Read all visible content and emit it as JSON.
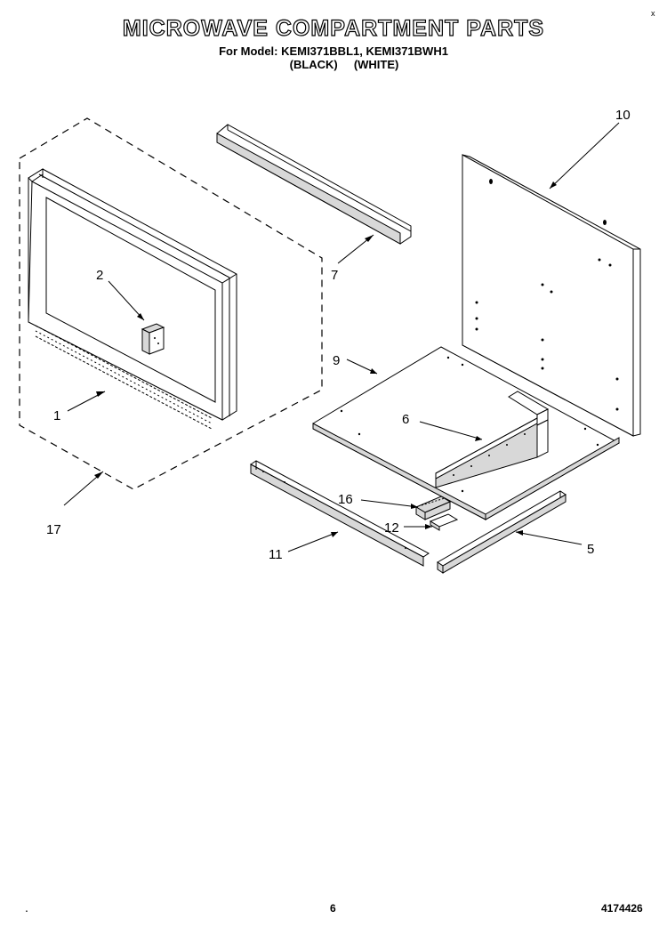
{
  "header": {
    "title": "MICROWAVE COMPARTMENT PARTS",
    "models_line": "For Model: KEMI371BBL1, KEMI371BWH1",
    "colors_line": "(BLACK)     (WHITE)"
  },
  "footer": {
    "page_number": "6",
    "document_number": "4174426",
    "corner_mark": "x",
    "left_mark": "."
  },
  "callouts": {
    "c1": "1",
    "c2": "2",
    "c5": "5",
    "c6": "6",
    "c7": "7",
    "c9": "9",
    "c10": "10",
    "c11": "11",
    "c12": "12",
    "c16": "16",
    "c17": "17"
  }
}
